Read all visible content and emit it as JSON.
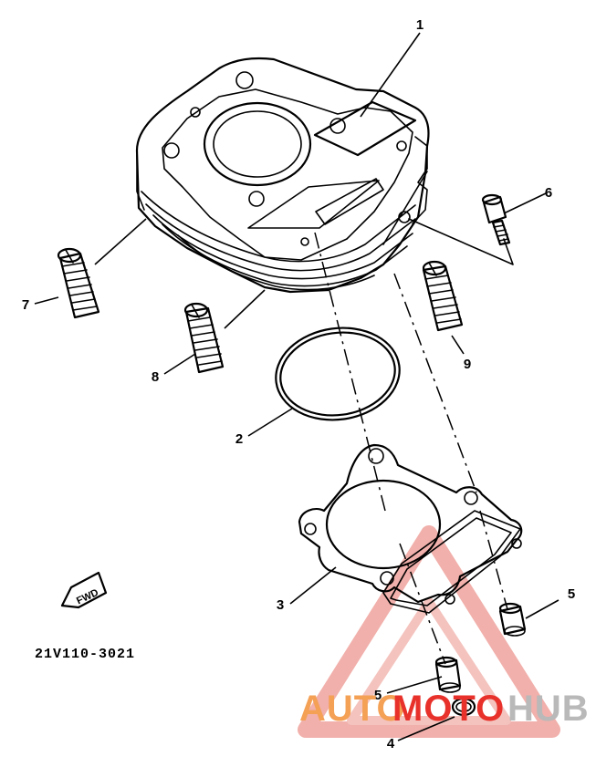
{
  "callouts": {
    "c1": "1",
    "c2": "2",
    "c3": "3",
    "c4": "4",
    "c5a": "5",
    "c5b": "5",
    "c6": "6",
    "c7": "7",
    "c8": "8",
    "c9": "9"
  },
  "fwd_label": "FWD",
  "part_code": "21V110-3021",
  "watermark": {
    "auto": "AUTO",
    "moto": "MOTO",
    "hub": "HUB",
    "orange": "#f4a055",
    "red": "#e8312a",
    "gray": "#b9b9b9"
  }
}
